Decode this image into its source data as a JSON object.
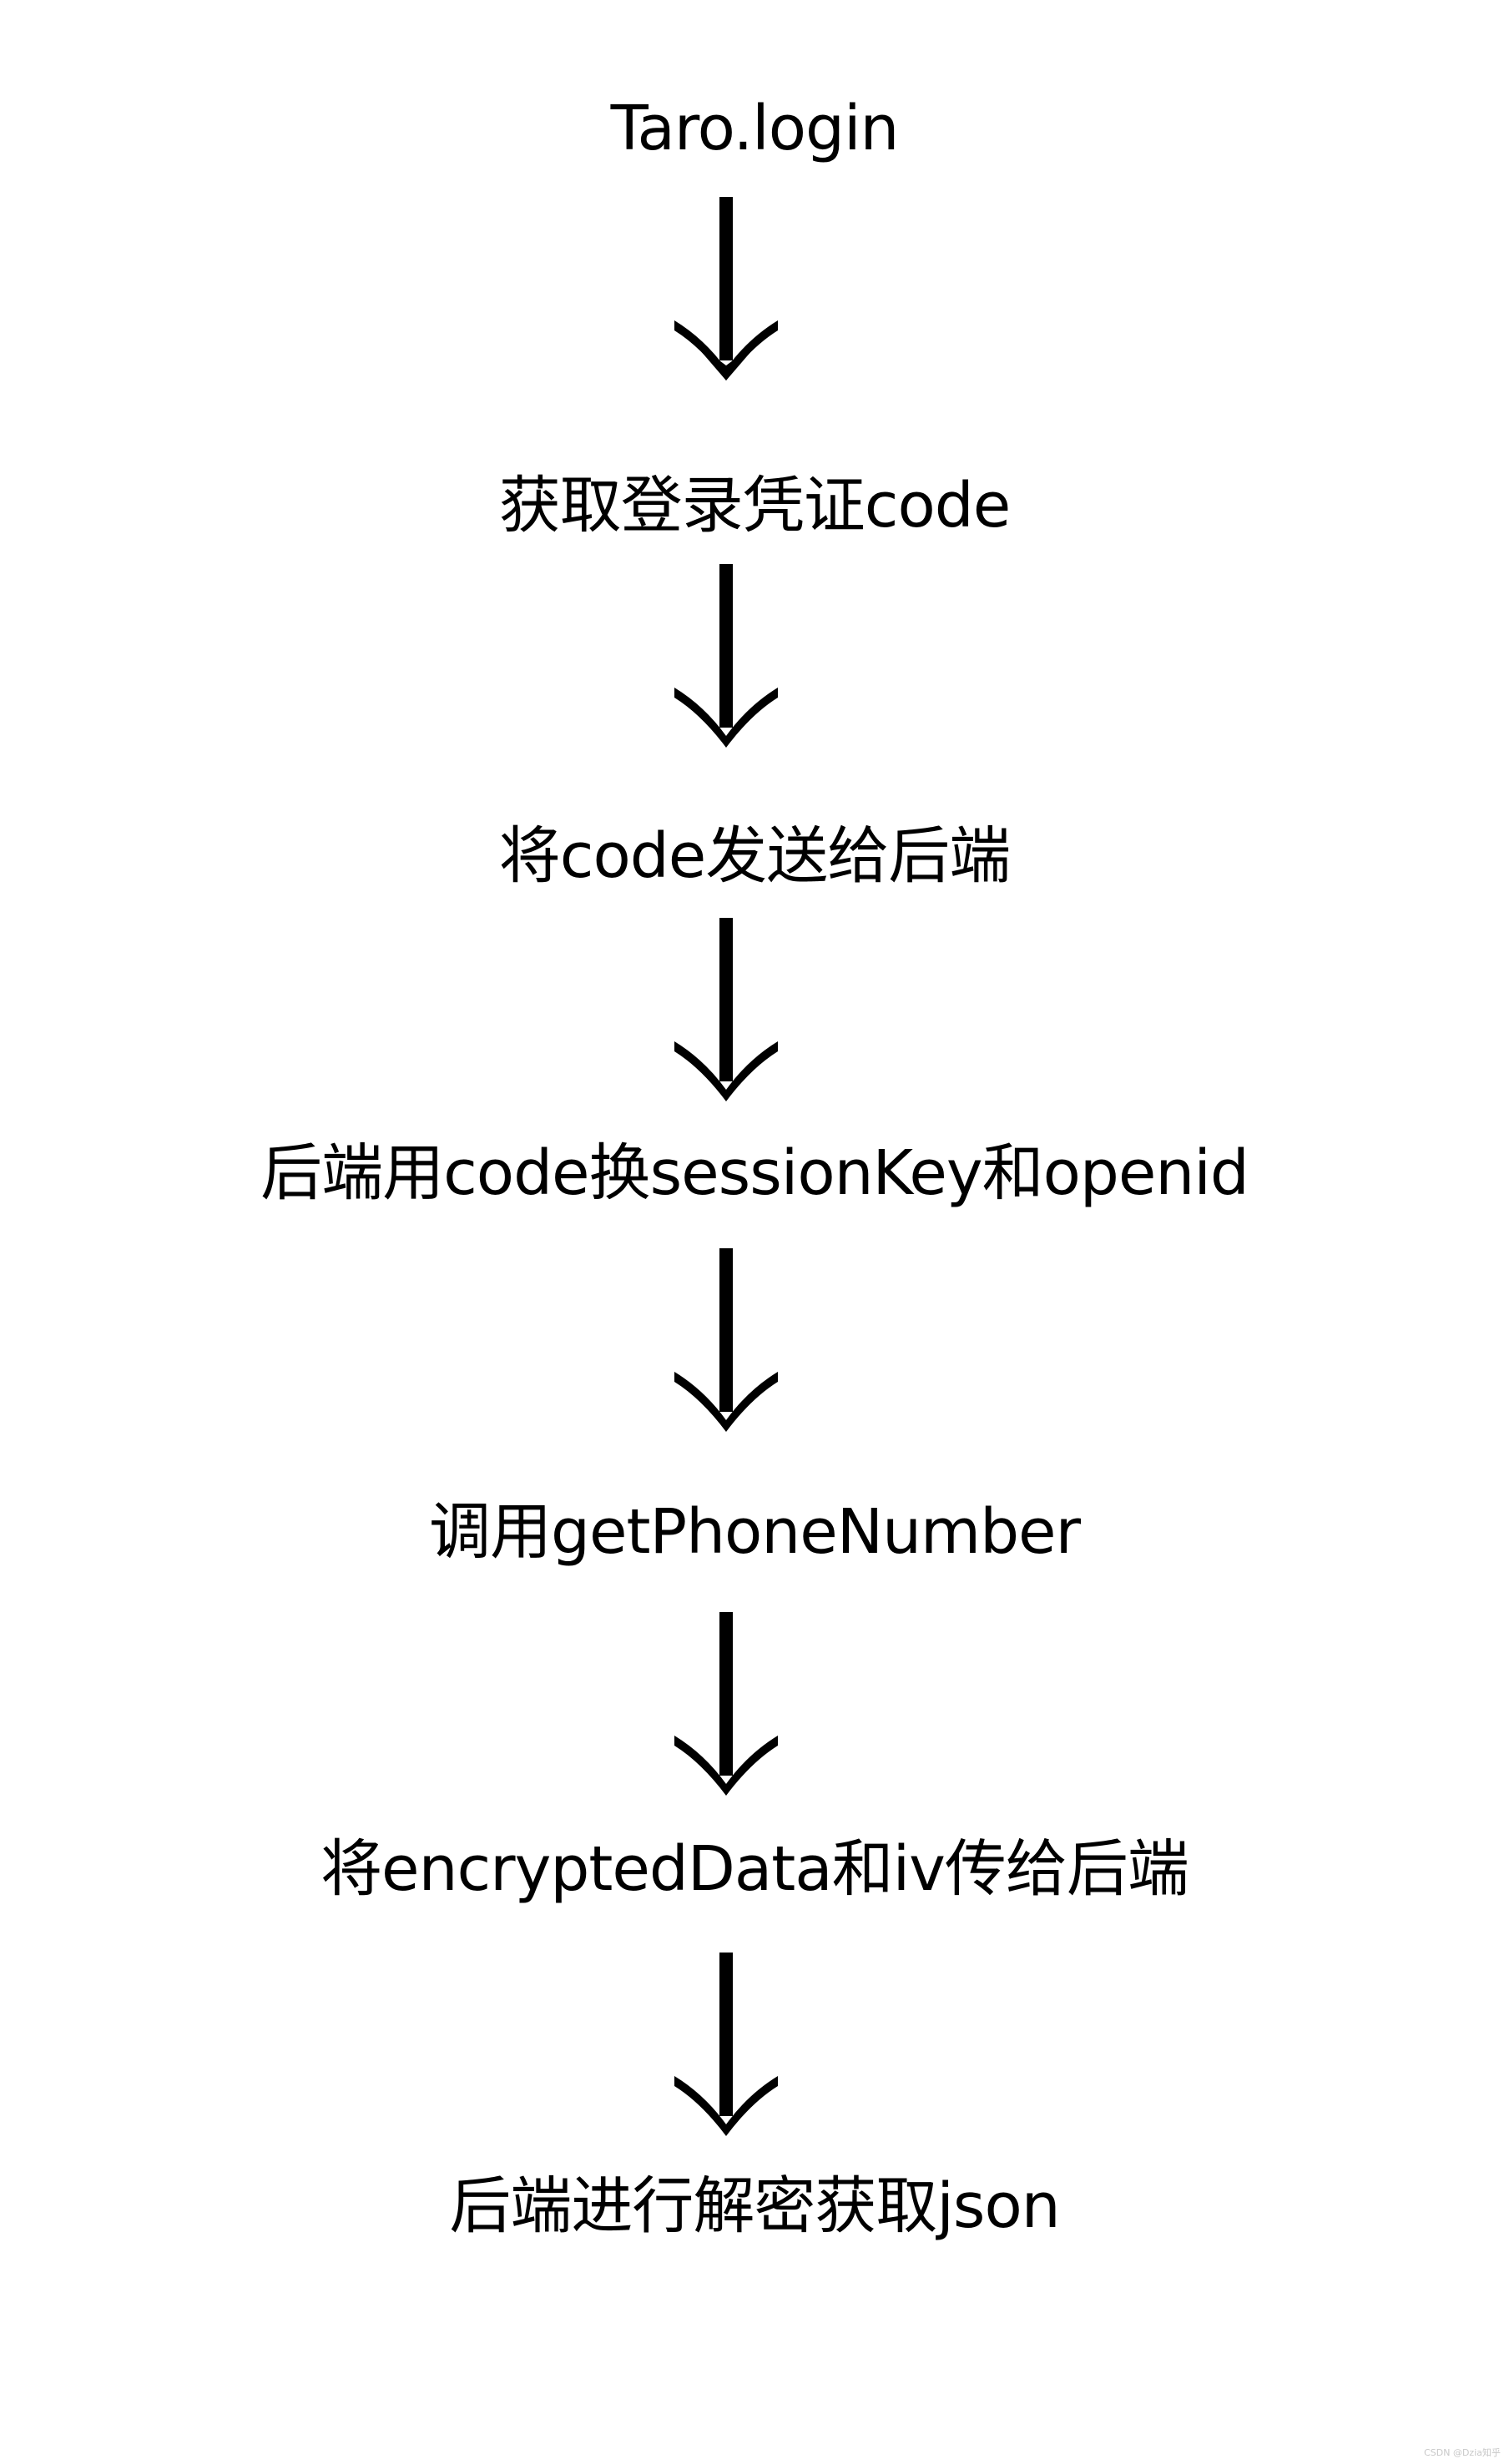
{
  "diagram": {
    "steps": [
      "Taro.login",
      "获取登录凭证code",
      "将code发送给后端",
      "后端用code换sessionKey和openid",
      "调用getPhoneNumber",
      "将encryptedData和iv传给后端",
      "后端进行解密获取json"
    ],
    "arrow_color": "#000000"
  },
  "watermark": "CSDN @Dzia知乎"
}
